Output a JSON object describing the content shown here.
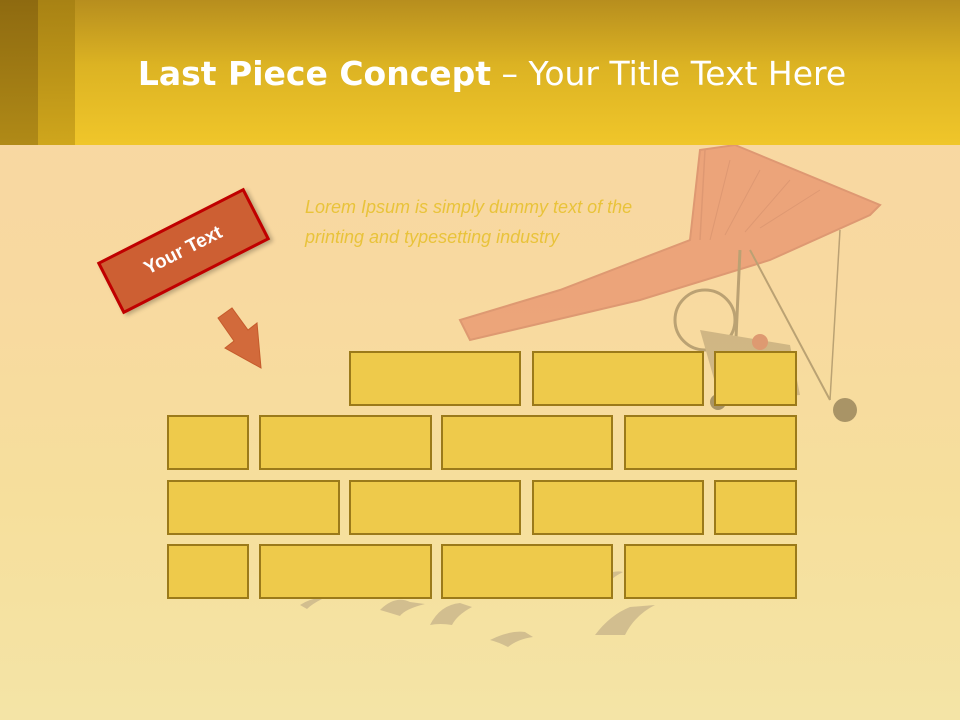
{
  "slide": {
    "title_bold": "Last Piece Concept",
    "title_rest": " – Your Title Text Here",
    "tag_text": "Your Text",
    "lorem_line1": "Lorem Ipsum is simply dummy text of the",
    "lorem_line2": "printing and typesetting industry"
  },
  "colors": {
    "header": "#f0c62a",
    "brick": "#eeca4b",
    "tag": "#cd5f33",
    "lorem": "#e9c33a"
  },
  "icons": [
    "hang-glider-illustration",
    "flying-birds-illustration",
    "down-arrow-icon"
  ]
}
